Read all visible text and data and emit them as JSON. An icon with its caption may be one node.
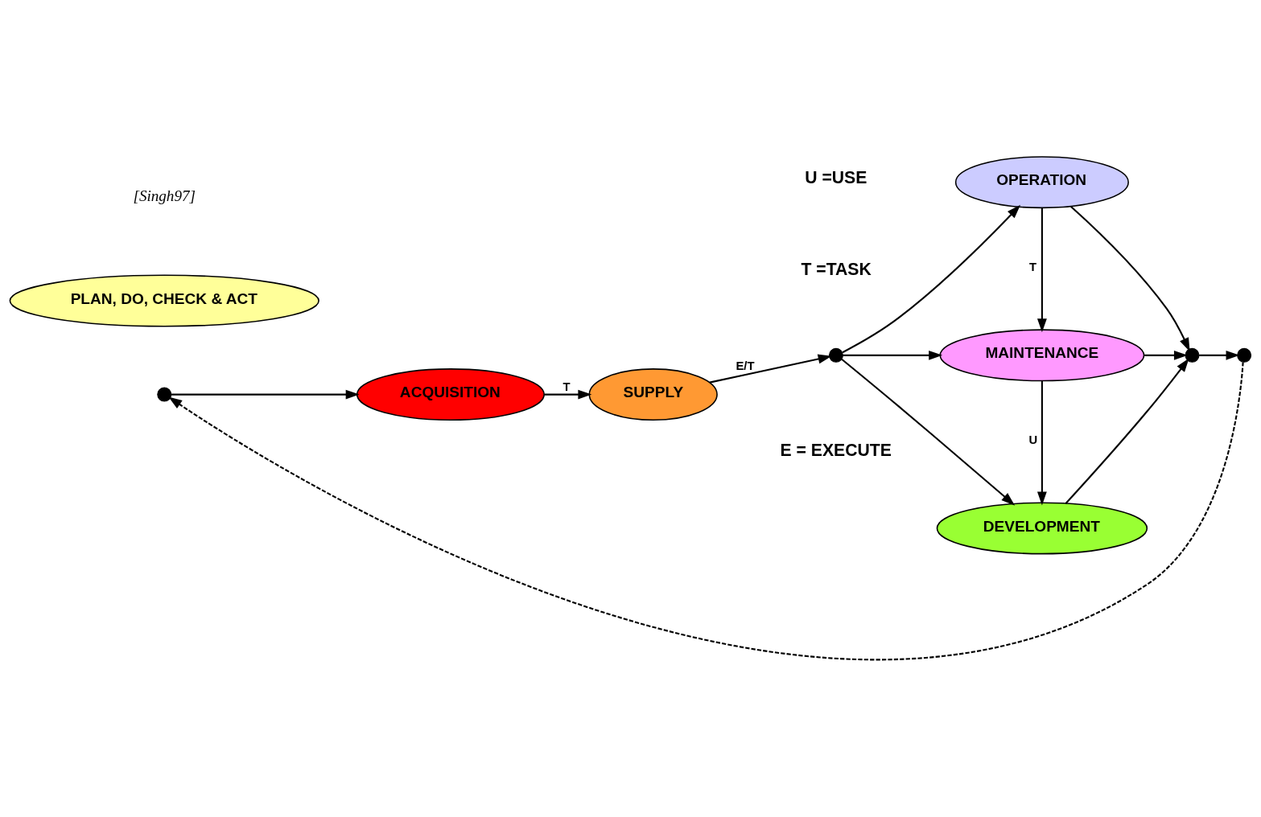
{
  "diagram": {
    "nodes": [
      {
        "text": [],
        "shape": "circle"
      },
      {
        "text": [
          "ACQUISITION"
        ]
      },
      {
        "text": [
          "SUPPLY"
        ]
      },
      {
        "text": [],
        "shape": "circle"
      },
      {
        "text": [
          "OPERATION"
        ]
      },
      {
        "text": [
          "MAINTENANCE"
        ]
      },
      {
        "text": [
          "DEVELOPMENT"
        ]
      },
      {
        "text": [],
        "shape": "circle"
      },
      {
        "text": [],
        "shape": "circle"
      },
      {
        "text": [
          "PLAN, DO, CHECK & ACT"
        ]
      }
    ],
    "edges": [
      {
        "from": 0,
        "to": 1,
        "arrow": "to"
      },
      {
        "from": 1,
        "to": 2,
        "arrow": "to",
        "label": "T"
      },
      {
        "from": 2,
        "to": 3,
        "arrow": "to",
        "label": "E/T"
      },
      {
        "from": 3,
        "to": 4,
        "arrow": "to"
      },
      {
        "from": 3,
        "to": 5,
        "arrow": "to"
      },
      {
        "from": 3,
        "to": 6,
        "arrow": "to"
      },
      {
        "from": 4,
        "to": 5,
        "arrow": "to",
        "label": "T"
      },
      {
        "from": 5,
        "to": 6,
        "arrow": "to",
        "label": "U"
      },
      {
        "from": 4,
        "to": 7,
        "arrow": "to"
      },
      {
        "from": 5,
        "to": 7,
        "arrow": "to"
      },
      {
        "from": 6,
        "to": 7,
        "arrow": "to"
      },
      {
        "from": 7,
        "to": 8,
        "arrow": "to"
      },
      {
        "from": 8,
        "to": 0,
        "arrow": "to",
        "style": "dashed"
      }
    ],
    "labels": [
      "E = EXECUTE",
      "T =TASK",
      "U =USE",
      "[Singh97]"
    ]
  }
}
